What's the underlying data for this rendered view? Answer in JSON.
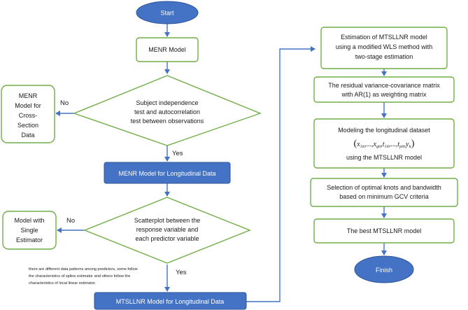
{
  "nodes": {
    "start": "Start",
    "menr_model": "MENR Model",
    "menr_cross": [
      "MENR",
      "Model for",
      "Cross-",
      "Section",
      "Data"
    ],
    "decision1": [
      "Subject independence",
      "test and autocorrelation",
      "test between observations"
    ],
    "menr_long": "MENR Model for Longitudinal Data",
    "single": [
      "Model with",
      "Single",
      "Estimator"
    ],
    "decision2": [
      "Scatterplot between the",
      "response variable and",
      "each predictor variable"
    ],
    "pattern_note": [
      "there are different data patterns among predictors, some follow",
      "the characteristics of spline estimator and others follow the",
      "characteristics of local linear estimator."
    ],
    "mtsllnr_long": "MTSLLNR Model for Longitudinal Data",
    "estimation": [
      "Estimation of MTSLLNR model",
      "using a modified WLS method with",
      "two-stage estimation"
    ],
    "residual": [
      "The residual variance-covariance matrix",
      "with AR(1) as weighting matrix"
    ],
    "modeling": [
      "Modeling the longitudinal dataset",
      "using the MTSLLNR model"
    ],
    "modeling_formula": "(x1it,...,xqit,t1it,...,tpit,yit)",
    "selection": [
      "Selection of optimal knots and bandwidth",
      "based on minimum GCV criteria"
    ],
    "best": "The best MTSLLNR model",
    "finish": "Finish"
  },
  "edges": {
    "no1": "No",
    "yes1": "Yes",
    "no2": "No",
    "yes2": "Yes"
  },
  "colors": {
    "blue": "#4472c4",
    "green": "#70ad47"
  }
}
